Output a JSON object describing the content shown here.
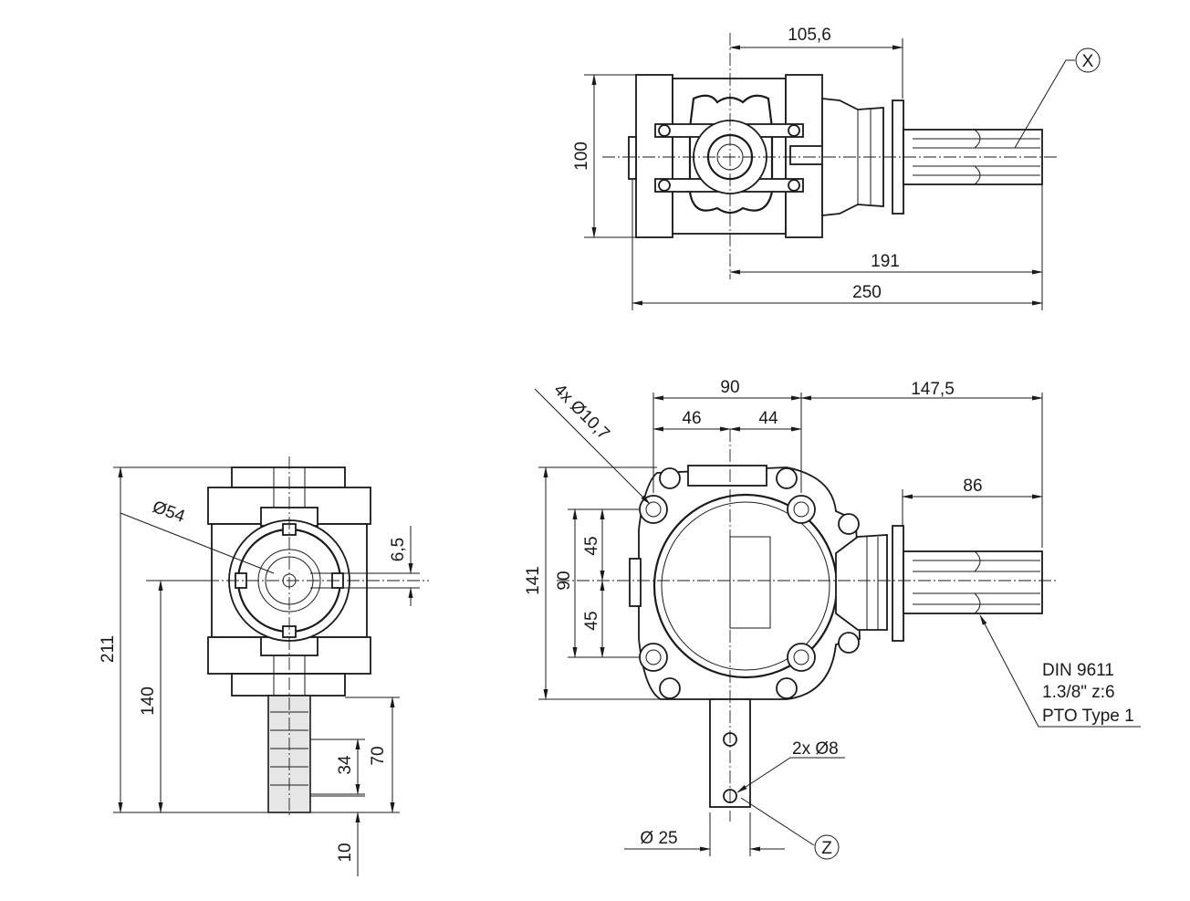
{
  "top_view": {
    "dim_105_6": "105,6",
    "dim_100": "100",
    "dim_191": "191",
    "dim_250": "250",
    "callout_x": "X"
  },
  "side_view": {
    "dim_diam54": "Ø54",
    "dim_6_5": "6,5",
    "dim_211": "211",
    "dim_140": "140",
    "dim_34": "34",
    "dim_70": "70",
    "dim_10": "10"
  },
  "front_view": {
    "dim_90_top": "90",
    "dim_46": "46",
    "dim_44": "44",
    "dim_147_5": "147,5",
    "dim_86": "86",
    "dim_holes": "4x Ø10,7",
    "dim_141": "141",
    "dim_90_left": "90",
    "dim_45_upper": "45",
    "dim_45_lower": "45",
    "dim_2x8": "2x Ø8",
    "dim_diam25": "Ø 25",
    "callout_z": "Z",
    "pto_line1": "DIN 9611",
    "pto_line2": "1.3/8\" z:6",
    "pto_line3": "PTO Type 1"
  }
}
